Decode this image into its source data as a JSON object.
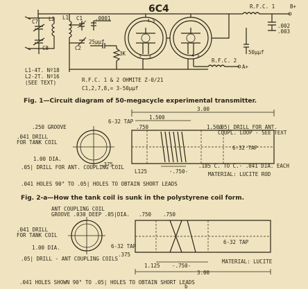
{
  "fig1": {
    "tube": "6C4",
    "labels": {
      "c1": "C1",
      "c1_val": ".0001",
      "l2": "L2",
      "l1": "L1",
      "c7": "C7",
      "c8": "C8",
      "c2": "C2",
      "c2_val": "25μμf",
      "r3k": "3K",
      "p45a": "4 5",
      "p45b": "4 5",
      "p3a": "3",
      "p2": "2",
      "rfc1": "R.F.C. 1",
      "bplus": "B+",
      "c3": ".002",
      "c4": ".003",
      "c5": "50μμf",
      "rfc2": "R.F.C. 2",
      "aplus": "A+",
      "rfc_note": "R.F.C. 1 & 2 OHMITE Z-0/21",
      "coil1": "L1-4T. Nº18",
      "coil2": "L2-2T. Nº16",
      "coil3": "(SEE TEXT)",
      "caps": "C1,2,7,8,= 3-50μμf"
    },
    "caption": "Fig. 1—Circuit diagram of 50-megacycle experimental transmitter."
  },
  "fig2a": {
    "dim_overall": "3.00",
    "dim_1500": "1.500",
    "dim_750": ".750",
    "dim_1500b": "1.500",
    "groove": ".250 GROOVE",
    "tap1": "6-32 TAP",
    "drill_ant": ".05| DRILL FOR ANT.",
    "drill_ant2": "COUPL. LOOP - SEE TEXT",
    "drill_tank": ".041 DRILL",
    "drill_tank2": "FOR TANK COIL",
    "dia": "1.00 DIA.",
    "d375": ".375",
    "ant_coil": ".05| DRILL FOR ANT. COUPLING COIL",
    "tap2": "6-32 TAP",
    "d125": "L125",
    "d750": "-.750-",
    "holes_each": ".185 C. TO C.- .041 DIA. EACH",
    "material": "MATERIAL: LUCITE ROD",
    "holes_note": ".041 HOLES 90° TO .05| HOLES TO OBTAIN SHORT LEADS",
    "caption": "Fig. 2-a—How the tank coil is sunk in the polystyrene coil form."
  },
  "fig2b": {
    "ant_coil": "ANT COUPLING COIL",
    "groove": "GROOVE .030 DEEP .05|DIA.",
    "d750a": ".750",
    "d750b": ".750",
    "drill_tank": ".041 DRILL",
    "drill_tank2": "FOR TANK COIL",
    "dia": "1.00 DIA.",
    "tap1": "6-32 TAP",
    "tap2": "6-32 TAP",
    "drill_ant": ".05| DRILL - ANT COUPLING COILS",
    "d375": ".375",
    "d125": "1.125",
    "d750c": "-.750-",
    "material": "MATERIAL: LUCITE",
    "dim_overall": "3.00",
    "holes_note": ".041 HOLES SHOWN 90° TO .05| HOLES TO OBTAIN SHORT LEADS",
    "sub": "b"
  },
  "colors": {
    "paper": "#efe4bf",
    "ink": "#2a2418"
  }
}
